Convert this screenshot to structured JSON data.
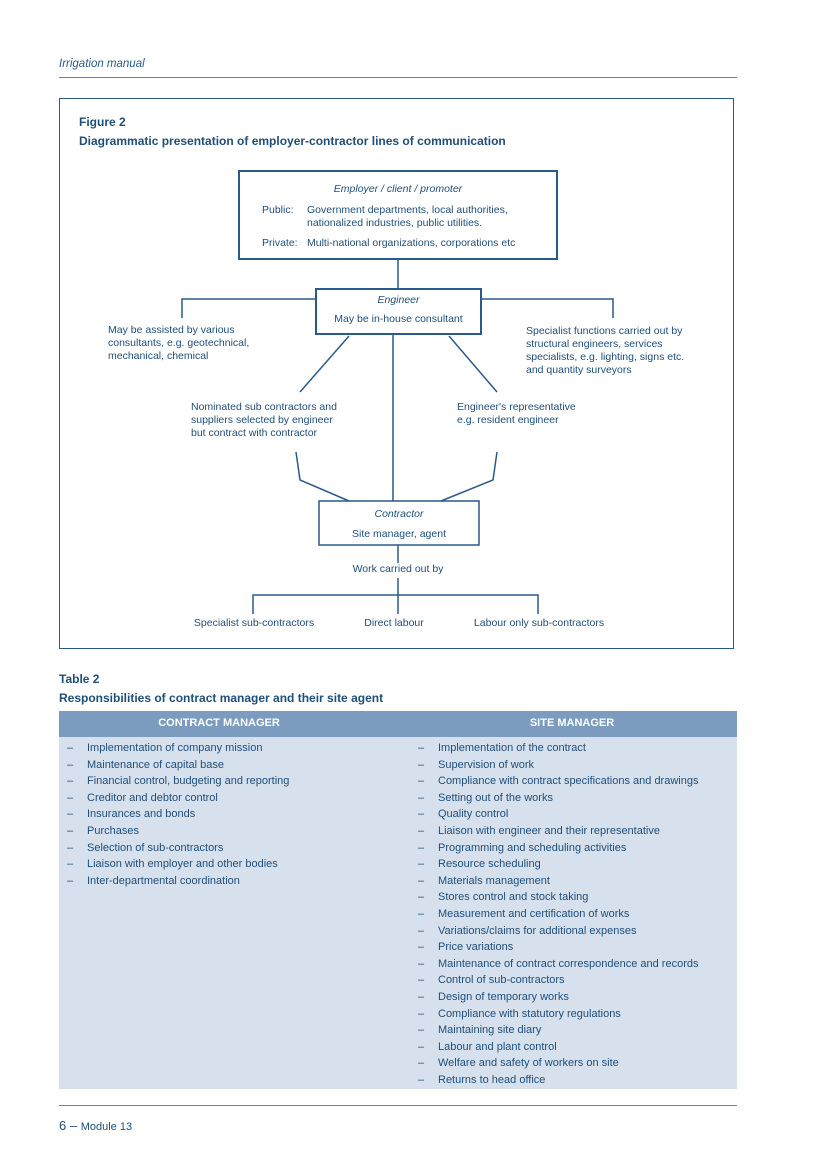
{
  "header": {
    "text": "Irrigation manual"
  },
  "figure": {
    "label": "Figure 2",
    "title": "Diagrammatic presentation of employer-contractor lines of communication",
    "employer": {
      "title": "Employer / client / promoter",
      "public_label": "Public:",
      "public_line1": "Government departments, local authorities,",
      "public_line2": "nationalized industries, public utilities.",
      "private_label": "Private:",
      "private_text": "Multi-national organizations, corporations etc"
    },
    "engineer": {
      "title": "Engineer",
      "subtitle": "May be in-house consultant"
    },
    "left_note": [
      "May be assisted by various",
      "consultants, e.g. geotechnical,",
      "mechanical, chemical"
    ],
    "right_note": [
      "Specialist functions carried out by",
      "structural engineers, services",
      "specialists, e.g. lighting, signs etc.",
      "and quantity surveyors"
    ],
    "nominated_note": [
      "Nominated sub contractors and",
      "suppliers selected by engineer",
      "but contract with contractor"
    ],
    "rep_note": [
      "Engineer's representative",
      "e.g. resident engineer"
    ],
    "contractor": {
      "title": "Contractor",
      "subtitle": "Site manager, agent"
    },
    "work_label": "Work carried out by",
    "branches": [
      "Specialist sub-contractors",
      "Direct labour",
      "Labour only sub-contractors"
    ]
  },
  "table": {
    "label": "Table 2",
    "title": "Responsibilities of contract manager and their site agent",
    "headers": [
      "CONTRACT MANAGER",
      "SITE MANAGER"
    ],
    "dash": "–",
    "contract_manager": [
      "Implementation of company mission",
      "Maintenance of capital base",
      "Financial control, budgeting and reporting",
      "Creditor and debtor control",
      "Insurances and bonds",
      "Purchases",
      "Selection of sub-contractors",
      "Liaison with employer and other bodies",
      "Inter-departmental coordination"
    ],
    "site_manager": [
      "Implementation of the contract",
      "Supervision of work",
      "Compliance with contract specifications and drawings",
      "Setting out of the works",
      "Quality control",
      "Liaison with engineer and their representative",
      "Programming and scheduling activities",
      "Resource scheduling",
      "Materials management",
      "Stores control and stock taking",
      "Measurement and certification of works",
      "Variations/claims for additional expenses",
      "Price variations",
      "Maintenance of contract correspondence and records",
      "Control of sub-contractors",
      "Design of temporary works",
      "Compliance with statutory regulations",
      "Maintaining site diary",
      "Labour and plant control",
      "Welfare and safety of workers on site",
      "Returns to head office"
    ]
  },
  "footer": {
    "page": "6",
    "sep": "–",
    "module": "Module 13"
  }
}
